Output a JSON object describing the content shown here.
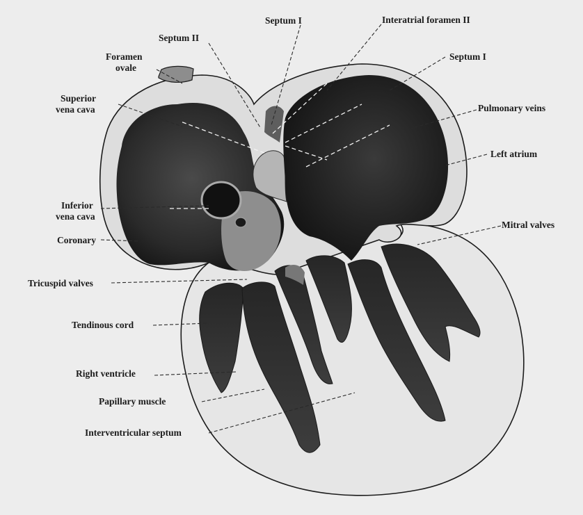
{
  "labels": {
    "septum_i_top": "Septum I",
    "interatrial_foramen_ii": "Interatrial foramen II",
    "septum_ii": "Septum II",
    "septum_i_right": "Septum I",
    "foramen_ovale_1": "Foramen",
    "foramen_ovale_2": "ovale",
    "superior_vena_cava_1": "Superior",
    "superior_vena_cava_2": "vena cava",
    "pulmonary_veins": "Pulmonary veins",
    "left_atrium": "Left atrium",
    "inferior_vena_cava_1": "Inferior",
    "inferior_vena_cava_2": "vena cava",
    "coronary": "Coronary",
    "mitral_valves": "Mitral valves",
    "tricuspid_valves": "Tricuspid valves",
    "tendinous_cord": "Tendinous cord",
    "right_ventricle": "Right ventricle",
    "papillary_muscle": "Papillary muscle",
    "interventricular_septum": "Interventricular septum"
  },
  "colors": {
    "background": "#ededed",
    "outline_fill": "#dcdcdc",
    "chamber_dark": "#262626",
    "tissue_mid": "#8a8a8a",
    "ventricle_fill": "#e4e4e4"
  }
}
